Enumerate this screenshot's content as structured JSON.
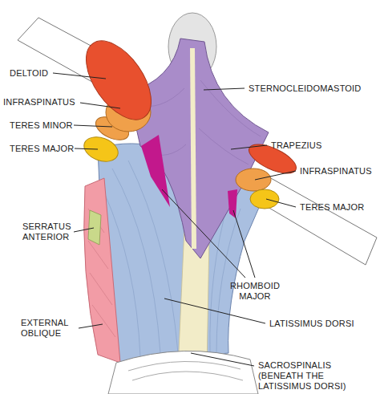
{
  "diagram": {
    "labels": [
      "DELTOID",
      "STERNOCLEIDOMASTOID",
      "INFRASPINATUS",
      "TERES MINOR",
      "TRAPEZIUS",
      "TERES MAJOR",
      "INFRASPINATUS",
      "TERES MAJOR",
      "SERRATUS ANTERIOR",
      "RHOMBOID MAJOR",
      "LATISSIMUS DORSI",
      "EXTERNAL OBLIQUE",
      "SACROSPINALIS (BENEATH THE LATISSIMUS DORSI)"
    ]
  }
}
